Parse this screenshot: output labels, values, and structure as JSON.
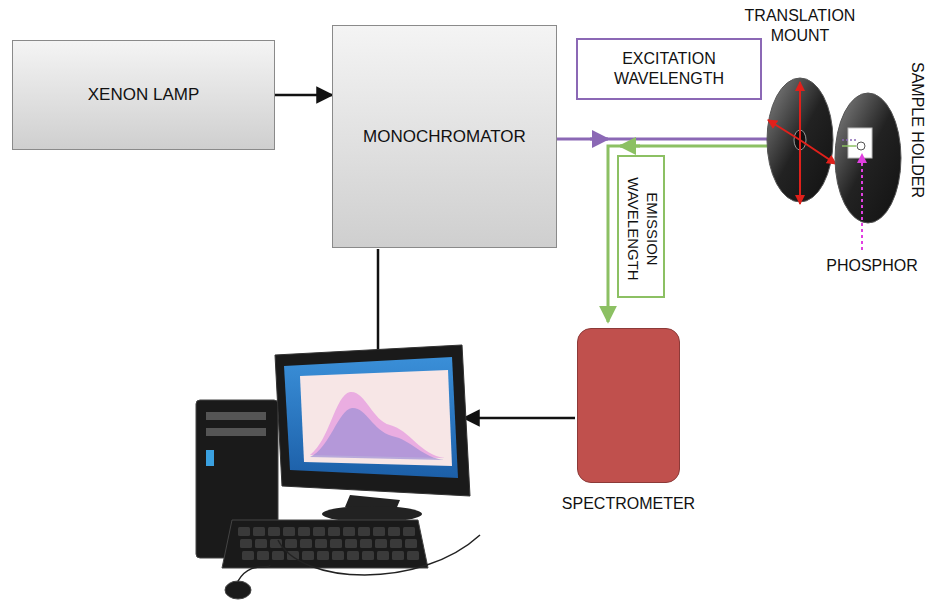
{
  "diagram": {
    "nodes": [
      {
        "text": [
          "XENON LAMP"
        ]
      },
      {
        "text": [
          "MONOCHROMATOR"
        ]
      },
      {
        "text": [
          "EXCITATION WAVELENGTH"
        ]
      },
      {
        "text": [
          "EMISSION WAVELENGTH"
        ]
      },
      {
        "text": [
          "SPECTROMETER"
        ]
      }
    ],
    "edges": [
      {
        "from": 0,
        "to": 1,
        "arrow": "to"
      }
    ],
    "labels": [
      "TRANSLATION MOUNT",
      "SAMPLE HOLDER",
      "PHOSPHOR"
    ]
  }
}
